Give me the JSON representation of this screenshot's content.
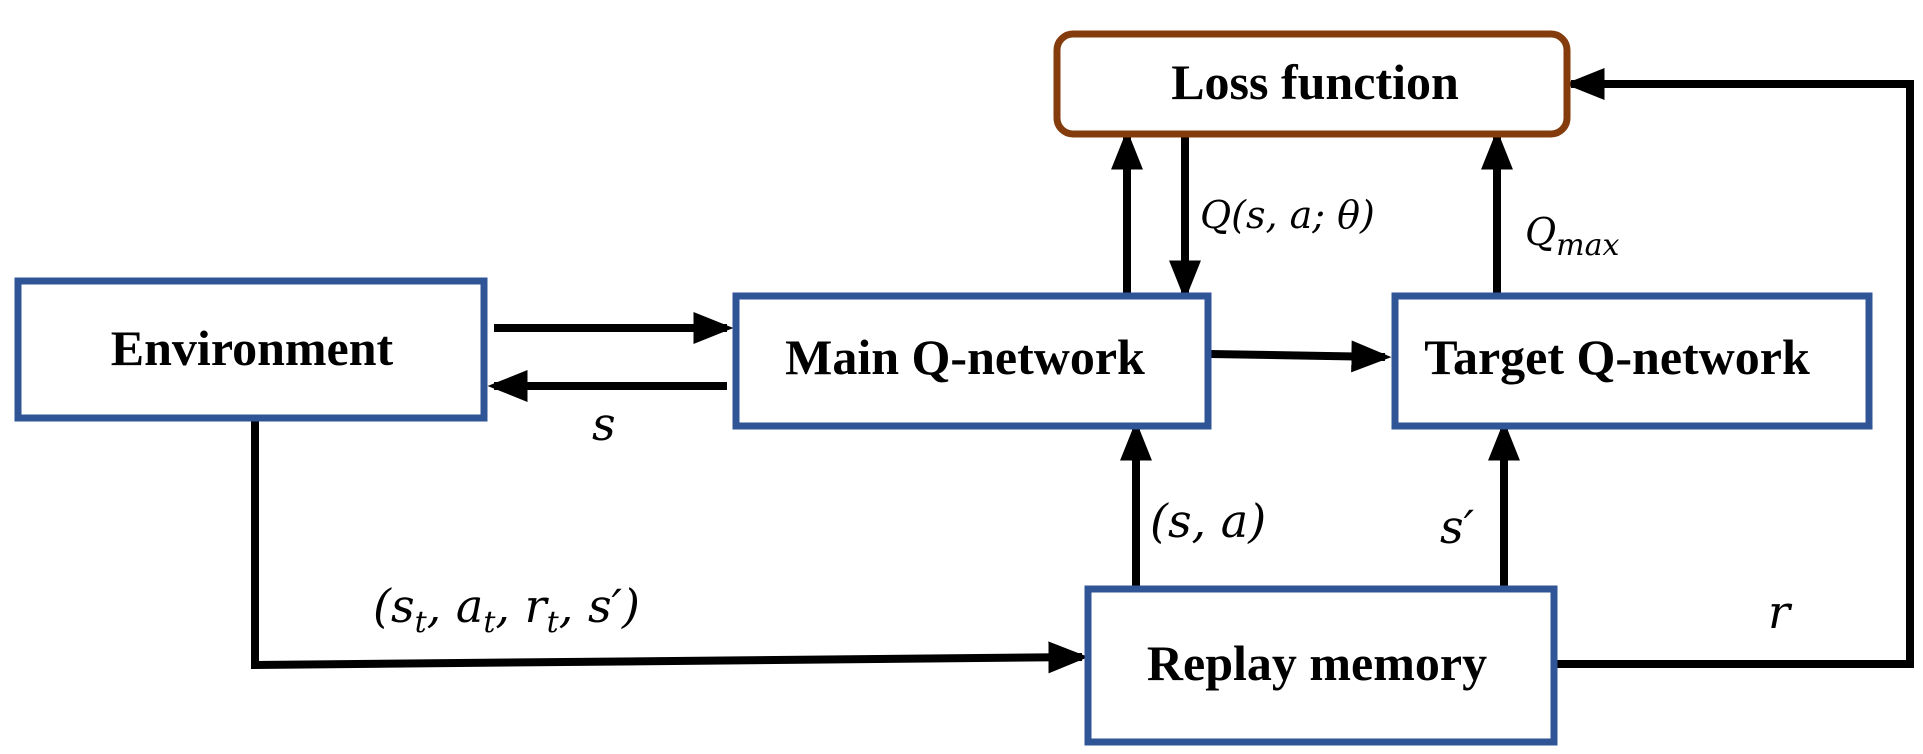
{
  "colors": {
    "node_border": "#2f5597",
    "loss_border": "#843c0c",
    "arrow": "#000000"
  },
  "nodes": {
    "loss_function": {
      "label": "Loss function"
    },
    "environment": {
      "label": "Environment"
    },
    "main_q_network": {
      "label": "Main Q-network"
    },
    "target_q_network": {
      "label": "Target Q-network"
    },
    "replay_memory": {
      "label": "Replay memory"
    }
  },
  "edge_labels": {
    "state_to_environment": "s",
    "q_value": "Q(s, a; θ)",
    "q_max": {
      "base": "Q",
      "subscript": "max"
    },
    "state_action": "(s, a)",
    "next_state": "s′",
    "reward": "r",
    "transition": {
      "open": "(",
      "s": "s",
      "s_sub": "t",
      "a": "a",
      "a_sub": "t",
      "r": "r",
      "r_sub": "t",
      "s_next": "s′",
      "close": ")",
      "separator": ", "
    }
  }
}
